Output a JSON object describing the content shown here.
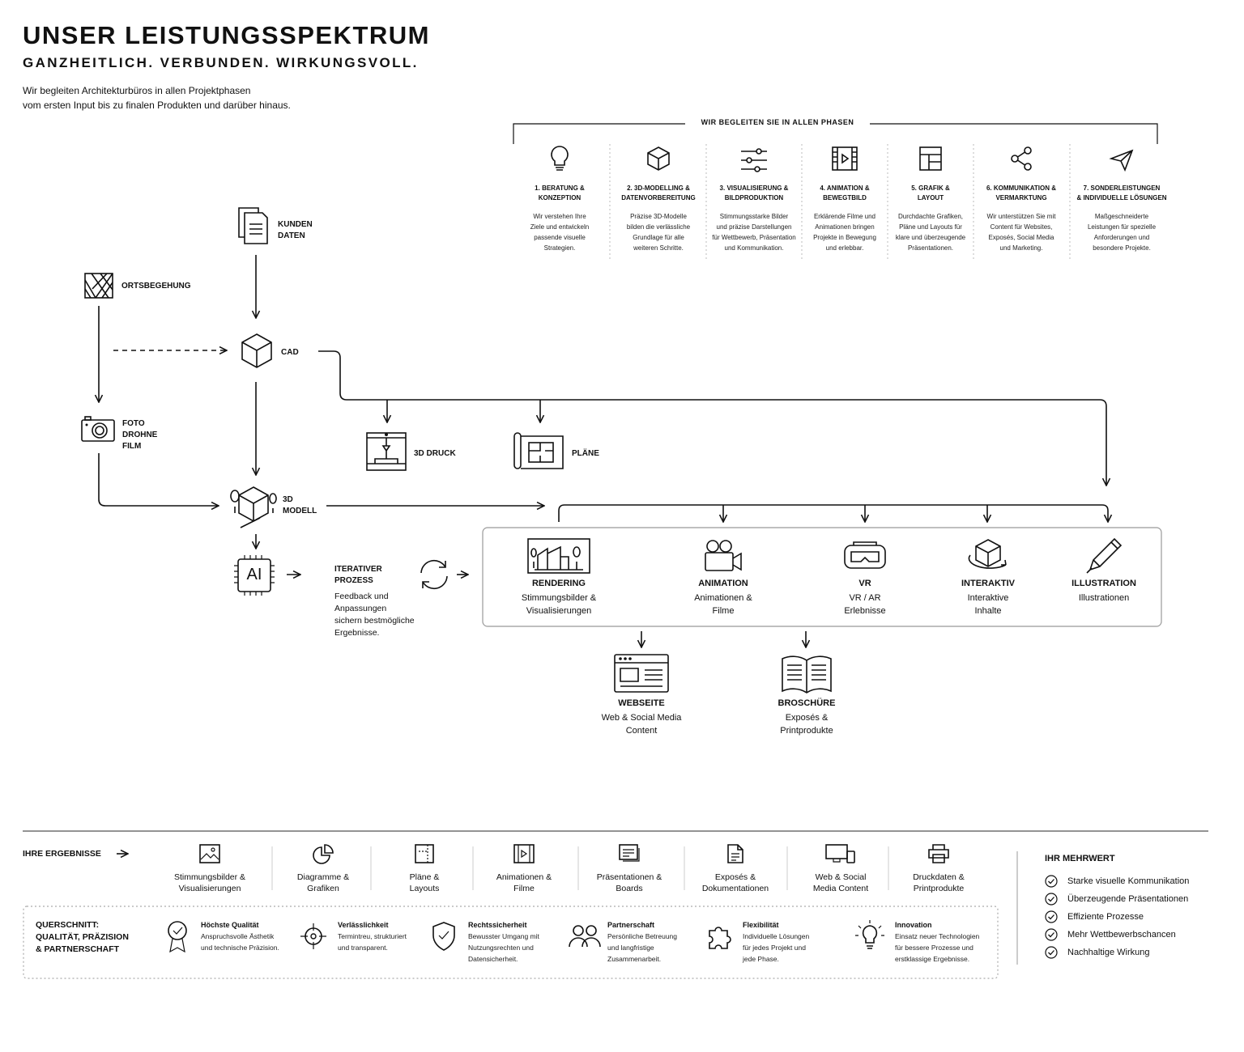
{
  "header": {
    "title": "UNSER LEISTUNGSSPEKTRUM",
    "subtitle": "GANZHEITLICH. VERBUNDEN. WIRKUNGSVOLL.",
    "intro_line1": "Wir begleiten Architekturbüros in allen Projektphasen",
    "intro_line2": "vom ersten Input bis zu finalen Produkten und darüber hinaus."
  },
  "phases": {
    "heading": "WIR BEGLEITEN SIE IN ALLEN PHASEN",
    "items": [
      {
        "t1": "1. BERATUNG &",
        "t2": "KONZEPTION",
        "d1": "Wir verstehen Ihre",
        "d2": "Ziele und entwickeln",
        "d3": "passende visuelle",
        "d4": "Strategien.",
        "icon": "lightbulb-icon"
      },
      {
        "t1": "2. 3D-MODELLING &",
        "t2": "DATENVORBEREITUNG",
        "d1": "Präzise 3D-Modelle",
        "d2": "bilden die verlässliche",
        "d3": "Grundlage für alle",
        "d4": "weiteren Schritte.",
        "icon": "cube-icon"
      },
      {
        "t1": "3. VISUALISIERUNG &",
        "t2": "BILDPRODUKTION",
        "d1": "Stimmungsstarke Bilder",
        "d2": "und präzise Darstellungen",
        "d3": "für Wettbewerb, Präsentation",
        "d4": "und Kommunikation.",
        "icon": "sliders-icon"
      },
      {
        "t1": "4. ANIMATION &",
        "t2": "BEWEGTBILD",
        "d1": "Erklärende Filme und",
        "d2": "Animationen bringen",
        "d3": "Projekte in Bewegung",
        "d4": "und erlebbar.",
        "icon": "film-icon"
      },
      {
        "t1": "5. GRAFIK &",
        "t2": "LAYOUT",
        "d1": "Durchdachte Grafiken,",
        "d2": "Pläne und Layouts für",
        "d3": "klare und überzeugende",
        "d4": "Präsentationen.",
        "icon": "layout-icon"
      },
      {
        "t1": "6. KOMMUNIKATION &",
        "t2": "VERMARKTUNG",
        "d1": "Wir unterstützen Sie mit",
        "d2": "Content für Websites,",
        "d3": "Exposés, Social Media",
        "d4": "und Marketing.",
        "icon": "share-icon"
      },
      {
        "t1": "7. SONDERLEISTUNGEN",
        "t2": "& INDIVIDUELLE LÖSUNGEN",
        "d1": "Maßgeschneiderte",
        "d2": "Leistungen für spezielle",
        "d3": "Anforderungen und",
        "d4": "besondere Projekte.",
        "icon": "paper-plane-icon"
      }
    ]
  },
  "flow": {
    "kunden_1": "KUNDEN",
    "kunden_2": "DATEN",
    "ortsbegehung": "ORTSBEGEHUNG",
    "cad": "CAD",
    "foto_1": "FOTO",
    "foto_2": "DROHNE",
    "foto_3": "FILM",
    "druck": "3D DRUCK",
    "plaene": "PLÄNE",
    "modell_1": "3D",
    "modell_2": "MODELL",
    "ai": "AI",
    "iter_1": "ITERATIVER",
    "iter_2": "PROZESS",
    "iter_d1": "Feedback und",
    "iter_d2": "Anpassungen",
    "iter_d3": "sichern bestmögliche",
    "iter_d4": "Ergebnisse."
  },
  "outputs": [
    {
      "title": "RENDERING",
      "d1": "Stimmungsbilder &",
      "d2": "Visualisierungen"
    },
    {
      "title": "ANIMATION",
      "d1": "Animationen &",
      "d2": "Filme"
    },
    {
      "title": "VR",
      "d1": "VR / AR",
      "d2": "Erlebnisse"
    },
    {
      "title": "INTERAKTIV",
      "d1": "Interaktive",
      "d2": "Inhalte"
    },
    {
      "title": "ILLUSTRATION",
      "d1": "Illustrationen",
      "d2": ""
    }
  ],
  "secondary": [
    {
      "title": "WEBSEITE",
      "d1": "Web & Social Media",
      "d2": "Content"
    },
    {
      "title": "BROSCHÜRE",
      "d1": "Exposés &",
      "d2": "Printprodukte"
    }
  ],
  "results": {
    "heading": "IHRE ERGEBNISSE",
    "items": [
      {
        "l1": "Stimmungsbilder &",
        "l2": "Visualisierungen",
        "icon": "image-icon"
      },
      {
        "l1": "Diagramme &",
        "l2": "Grafiken",
        "icon": "pie-chart-icon"
      },
      {
        "l1": "Pläne &",
        "l2": "Layouts",
        "icon": "plan-icon"
      },
      {
        "l1": "Animationen &",
        "l2": "Filme",
        "icon": "film-icon"
      },
      {
        "l1": "Präsentationen &",
        "l2": "Boards",
        "icon": "board-icon"
      },
      {
        "l1": "Exposés &",
        "l2": "Dokumentationen",
        "icon": "document-icon"
      },
      {
        "l1": "Web & Social",
        "l2": "Media Content",
        "icon": "devices-icon"
      },
      {
        "l1": "Druckdaten &",
        "l2": "Printprodukte",
        "icon": "printer-icon"
      }
    ]
  },
  "quality": {
    "h1": "QUERSCHNITT:",
    "h2": "QUALITÄT, PRÄZISION",
    "h3": "& PARTNERSCHAFT",
    "items": [
      {
        "t": "Höchste Qualität",
        "d1": "Anspruchsvolle Ästhetik",
        "d2": "und technische Präzision.",
        "d3": "",
        "icon": "award-icon"
      },
      {
        "t": "Verlässlichkeit",
        "d1": "Termintreu, strukturiert",
        "d2": "und transparent.",
        "d3": "",
        "icon": "crosshair-icon"
      },
      {
        "t": "Rechtssicherheit",
        "d1": "Bewusster Umgang mit",
        "d2": "Nutzungsrechten und",
        "d3": "Datensicherheit.",
        "icon": "shield-check-icon"
      },
      {
        "t": "Partnerschaft",
        "d1": "Persönliche Betreuung",
        "d2": "und langfristige",
        "d3": "Zusammenarbeit.",
        "icon": "people-icon"
      },
      {
        "t": "Flexibilität",
        "d1": "Individuelle Lösungen",
        "d2": "für jedes Projekt und",
        "d3": "jede Phase.",
        "icon": "puzzle-icon"
      },
      {
        "t": "Innovation",
        "d1": "Einsatz neuer Technologien",
        "d2": "für bessere Prozesse und",
        "d3": "erstklassige Ergebnisse.",
        "icon": "idea-icon"
      }
    ]
  },
  "mehrwert": {
    "heading": "IHR MEHRWERT",
    "items": [
      "Starke visuelle Kommunikation",
      "Überzeugende Präsentationen",
      "Effiziente Prozesse",
      "Mehr Wettbewerbschancen",
      "Nachhaltige Wirkung"
    ]
  }
}
